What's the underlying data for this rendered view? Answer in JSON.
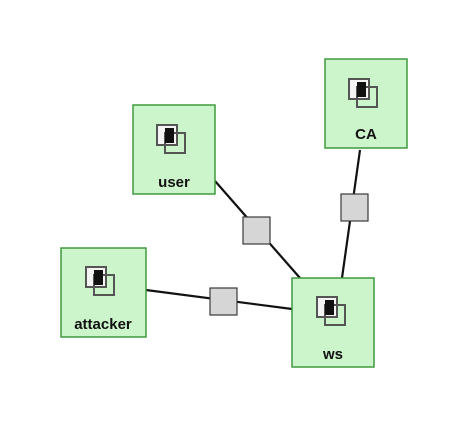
{
  "nodes": {
    "ca": {
      "label": "CA"
    },
    "user": {
      "label": "user"
    },
    "attacker": {
      "label": "attacker"
    },
    "ws": {
      "label": "ws"
    }
  },
  "colors": {
    "node_fill": "#ccf5cc",
    "node_border": "#3f9a3f",
    "link": "#111111",
    "connector_fill": "#d6d6d6",
    "connector_border": "#3a3a3a",
    "icon_front": "#111111",
    "icon_outline": "#555555"
  }
}
